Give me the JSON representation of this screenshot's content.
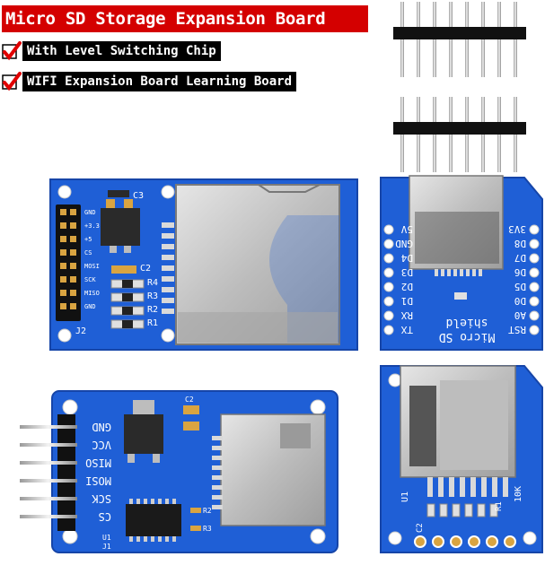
{
  "banner": {
    "title": "Micro SD Storage Expansion Board",
    "features": [
      "With Level Switching Chip",
      "WIFI Expansion Board Learning Board"
    ]
  },
  "board_top_left": {
    "header_pins": [
      "GND",
      "+3.3",
      "+5",
      "CS",
      "MOSI",
      "SCK",
      "MISO",
      "GND"
    ],
    "components": [
      "C3",
      "C2",
      "R4",
      "R3",
      "R2",
      "R1",
      "J2"
    ]
  },
  "board_top_right": {
    "left_pins": [
      "5V",
      "GND",
      "D4",
      "D3",
      "D2",
      "D1",
      "RX",
      "TX"
    ],
    "right_pins": [
      "3V3",
      "D8",
      "D7",
      "D6",
      "D5",
      "D0",
      "A0",
      "RST"
    ],
    "title_line1": "Micro SD",
    "title_line2": "shield"
  },
  "board_bottom_left": {
    "pins": [
      "GND",
      "VCC",
      "MISO",
      "MOSI",
      "SCK",
      "CS"
    ],
    "components": [
      "C2",
      "U1",
      "J1",
      "R2",
      "R3"
    ]
  },
  "board_bottom_right": {
    "labels": [
      "U1",
      "C2",
      "R1",
      "10K"
    ]
  },
  "colors": {
    "pcb": "#1f5fd6",
    "pcb_dark": "#1645a8",
    "silk": "#ffffff",
    "banner_red": "#d40000",
    "check_red": "#e00000",
    "gold": "#d9a441",
    "metal": "#c8c8c8"
  }
}
